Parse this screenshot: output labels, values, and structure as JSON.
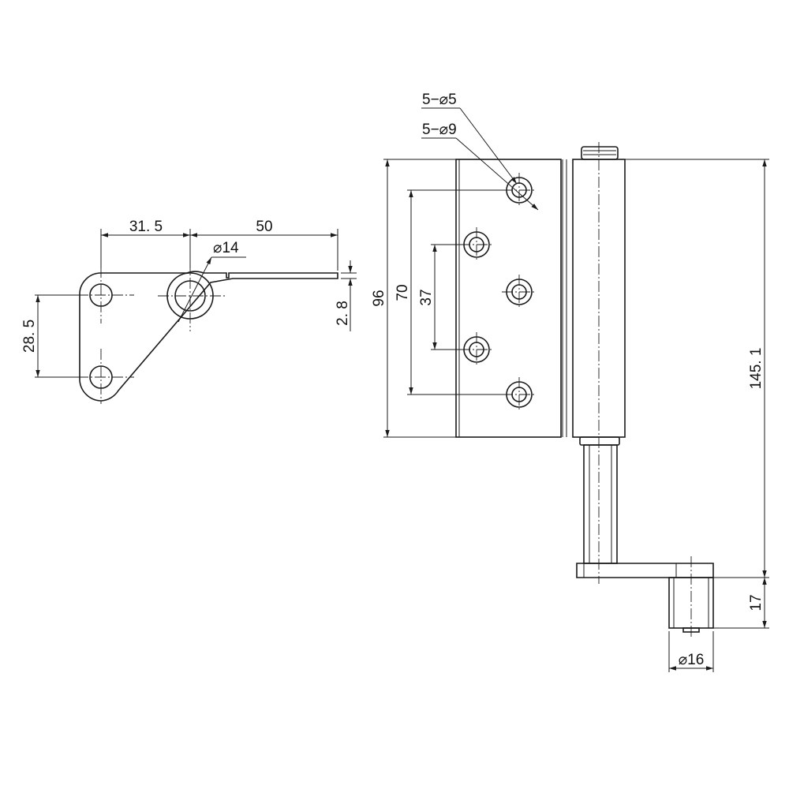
{
  "side_view": {
    "dims": {
      "width_left": "31. 5",
      "width_right": "50",
      "hole_diameter": "⌀14",
      "hole_spacing": "28. 5",
      "thickness": "2. 8"
    }
  },
  "front_view": {
    "dims": {
      "leaf_height": "96",
      "outer_hole_spacing": "70",
      "inner_hole_spacing": "37",
      "total_height": "145. 1",
      "foot_height": "17",
      "foot_diameter": "⌀16",
      "hole_callout_small": "5−⌀5",
      "hole_callout_large": "5−⌀9"
    }
  }
}
